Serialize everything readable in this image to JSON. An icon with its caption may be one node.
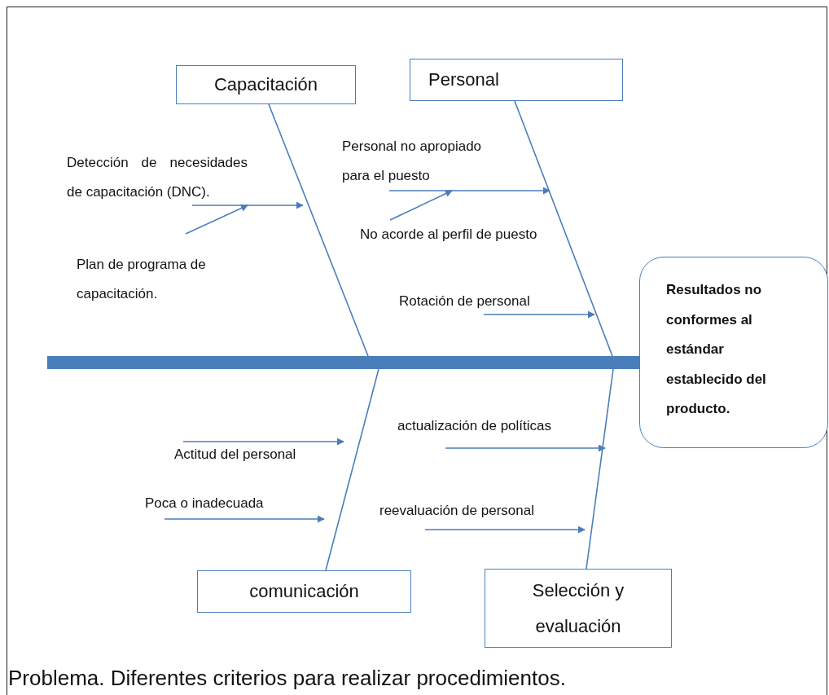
{
  "diagram": {
    "caption": "Problema. Diferentes criterios para realizar procedimientos.",
    "nodes": [
      {
        "text": [
          "Capacitación"
        ]
      },
      {
        "text": [
          "Personal"
        ]
      },
      {
        "text": [
          "Detección de necesidades de capacitación (DNC)."
        ]
      },
      {
        "text": [
          "Personal no apropiado para el puesto"
        ]
      },
      {
        "text": [
          "Plan de programa de capacitación."
        ]
      },
      {
        "text": [
          "No acorde al perfil de puesto"
        ]
      },
      {
        "text": [
          "Rotación de personal"
        ]
      },
      {
        "text": [],
        "shape": "bar"
      },
      {
        "text": [
          "Resultados no conformes al estándar establecido del producto."
        ]
      },
      {
        "text": [
          "Actitud del personal"
        ]
      },
      {
        "text": [
          "actualización de políticas"
        ]
      },
      {
        "text": [
          "Poca o inadecuada"
        ]
      },
      {
        "text": [
          "reevaluación de personal"
        ]
      },
      {
        "text": [
          "comunicación"
        ]
      },
      {
        "text": [
          "Selección y evaluación"
        ]
      }
    ],
    "edges": [
      {
        "from": 0,
        "to": 7,
        "arrow": "none"
      },
      {
        "from": 1,
        "to": 7,
        "arrow": "none"
      },
      {
        "from": 13,
        "to": 7,
        "arrow": "none"
      },
      {
        "from": 14,
        "to": 7,
        "arrow": "none"
      },
      {
        "from": 2,
        "to": null,
        "arrow": "to"
      },
      {
        "from": 4,
        "to": 2,
        "arrow": "to"
      },
      {
        "from": 3,
        "to": null,
        "arrow": "to"
      },
      {
        "from": 5,
        "to": 3,
        "arrow": "to"
      },
      {
        "from": 6,
        "to": null,
        "arrow": "to"
      },
      {
        "from": 9,
        "to": null,
        "arrow": "to"
      },
      {
        "from": 11,
        "to": null,
        "arrow": "to"
      },
      {
        "from": 10,
        "to": null,
        "arrow": "to"
      },
      {
        "from": 12,
        "to": null,
        "arrow": "to"
      }
    ]
  }
}
